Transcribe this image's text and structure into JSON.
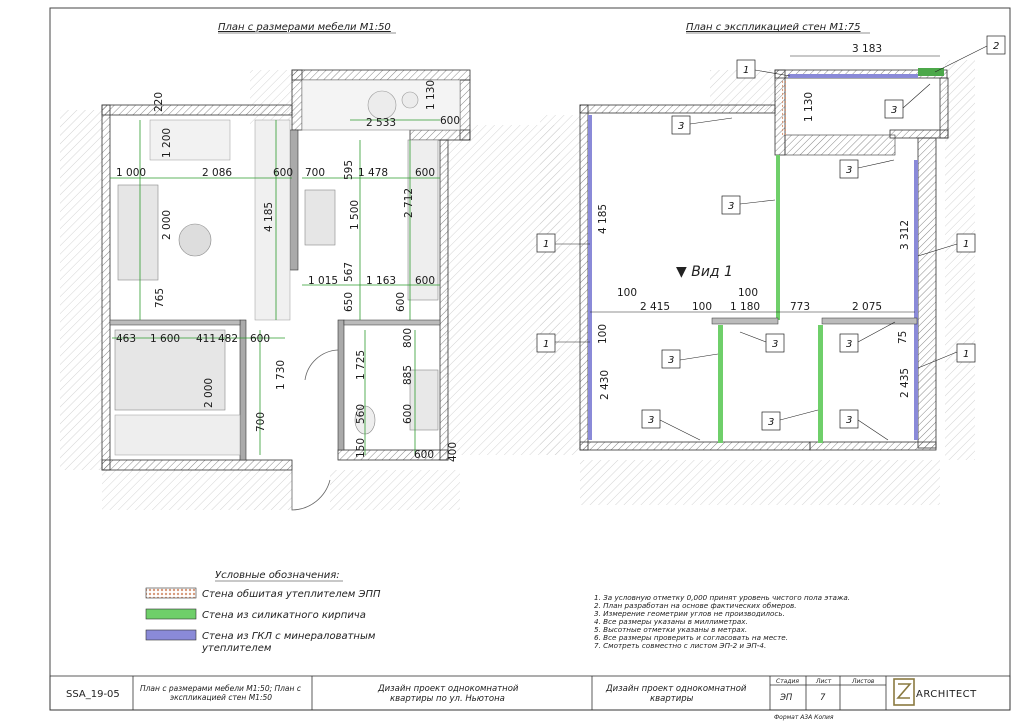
{
  "titles": {
    "left_plan": "План с размерами мебели М1:50",
    "right_plan": "План с экспликацией стен М1:75"
  },
  "left_plan": {
    "dimensions": [
      "220",
      "1 200",
      "1 000",
      "2 086",
      "600",
      "4 185",
      "2 000",
      "765",
      "463",
      "1 600",
      "411",
      "482",
      "600",
      "2 000",
      "700",
      "1 730",
      "700",
      "595",
      "1 478",
      "600",
      "2 712",
      "1 500",
      "1 015",
      "567",
      "1 163",
      "600",
      "650",
      "600",
      "1 725",
      "885",
      "800",
      "560",
      "600",
      "150",
      "600",
      "400",
      "2 533",
      "1 130",
      "600"
    ]
  },
  "right_plan": {
    "dimensions": [
      "3 183",
      "1 130",
      "4 185",
      "100",
      "2 415",
      "100",
      "1 180",
      "773",
      "2 075",
      "100",
      "100",
      "3 312",
      "75",
      "2 430",
      "2 435"
    ],
    "view_label": "▼ Вид 1",
    "tags": [
      "1",
      "2",
      "3"
    ]
  },
  "legend": {
    "title": "Условные обозначения:",
    "items": [
      {
        "label": "Стена обшитая утеплителем ЭПП",
        "color": "#e8b89a"
      },
      {
        "label": "Стена из силикатного кирпича",
        "color": "#6fcf6a"
      },
      {
        "label": "Стена из ГКЛ с минераловатным",
        "label2": "утеплителем",
        "color": "#8a8ad8"
      }
    ]
  },
  "notes": [
    "1. За условную отметку 0,000 принят уровень чистого пола этажа.",
    "2. План разработан на основе фактических обмеров.",
    "3. Измерение геометрии углов не производилось.",
    "4. Все размеры указаны в миллиметрах.",
    "5. Высотные отметки указаны в метрах.",
    "6. Все размеры проверить и согласовать на месте.",
    "7. Смотреть совместно с листом ЭП-2 и ЭП-4."
  ],
  "stamp": {
    "code": "SSA_19-05",
    "sheet_title_1": "План с размерами мебели М1:50; План с",
    "sheet_title_2": "экспликацией стен М1:50",
    "project_1": "Дизайн проект однокомнатной",
    "project_2": "квартиры по ул. Ньютона",
    "project_b1": "Дизайн проект однокомнатной",
    "project_b2": "квартиры",
    "col_stage": "Стадия",
    "col_sheet": "Лист",
    "col_sheets": "Листов",
    "stage": "ЭП",
    "sheet": "7",
    "logo": "ARCHITECT",
    "format": "Формат А3А Копия"
  },
  "colors": {
    "green_wall": "#6fcf6a",
    "blue_wall": "#8a8ad8",
    "insulated_wall": "#e8b89a",
    "dim_highlight": "#2e9b2e"
  }
}
